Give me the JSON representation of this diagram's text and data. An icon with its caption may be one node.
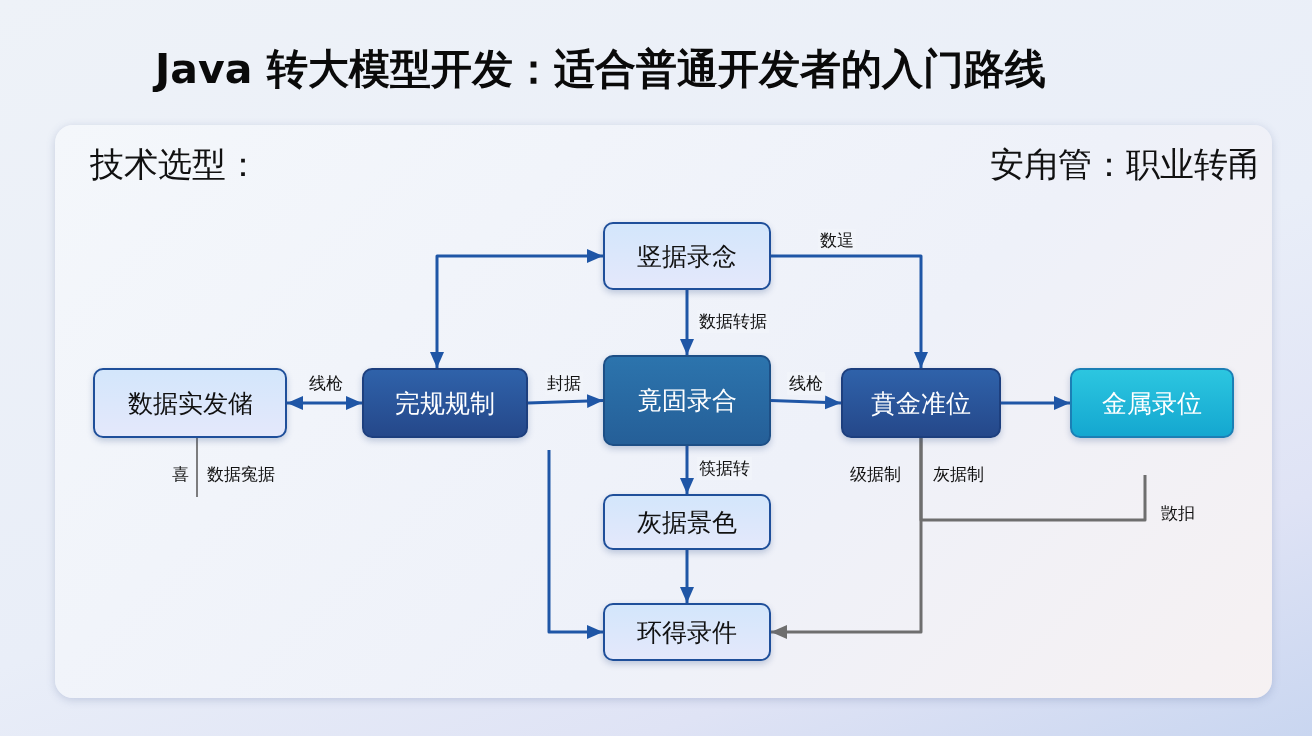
{
  "diagram": {
    "title": "Java 转大模型开发：适合普通开发者的入门路线",
    "nodes": [
      {
        "text": [
          "数据实发储"
        ]
      },
      {
        "text": [
          "完规规制"
        ]
      },
      {
        "text": [
          "竟固录合"
        ]
      },
      {
        "text": [
          "竖据录念"
        ]
      },
      {
        "text": [
          "賁金准位"
        ]
      },
      {
        "text": [
          "金属录位"
        ]
      },
      {
        "text": [
          "灰据景色"
        ]
      },
      {
        "text": [
          "环得录件"
        ]
      }
    ],
    "edges": [
      {
        "from": 0,
        "to": 1,
        "arrow": "both",
        "label": "线枪"
      },
      {
        "from": 1,
        "to": 2,
        "arrow": "to",
        "label": "封据"
      },
      {
        "from": 1,
        "to": 3,
        "arrow": "both"
      },
      {
        "from": 3,
        "to": 2,
        "arrow": "to",
        "label": "数据转据"
      },
      {
        "from": 3,
        "to": 4,
        "arrow": "to",
        "label": "数逞"
      },
      {
        "from": 2,
        "to": 4,
        "arrow": "to",
        "label": "线枪"
      },
      {
        "from": 4,
        "to": 5,
        "arrow": "to"
      },
      {
        "from": 2,
        "to": 6,
        "arrow": "to",
        "label": "筷据转"
      },
      {
        "from": 6,
        "to": 7,
        "arrow": "to"
      },
      {
        "from": null,
        "to": 7,
        "arrow": "to"
      },
      {
        "from": 4,
        "to": 7,
        "arrow": "to",
        "color": "#6e6e6e"
      },
      {
        "from": 4,
        "to": null,
        "arrow": "none",
        "color": "#6e6e6e"
      },
      {
        "from": 0,
        "to": null,
        "arrow": "none",
        "color": "#555555"
      }
    ],
    "labels": [
      "技术选型：",
      "安甪管：职业转甬",
      "喜",
      "数据寃据",
      "级据制",
      "灰据制",
      "敳抇"
    ]
  }
}
